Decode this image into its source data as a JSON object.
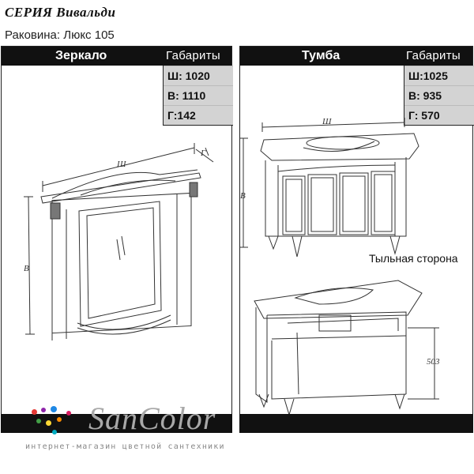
{
  "header": {
    "series": "СЕРИЯ Вивальди",
    "sink": "Раковина: Люкс 105"
  },
  "mirror": {
    "title": "Зеркало",
    "dims_title": "Габариты",
    "dims": [
      "Ш: 1020",
      "В: 1110",
      "Г:142"
    ],
    "drawing_labels": {
      "width": "Ш",
      "height": "В",
      "depth": "Г"
    }
  },
  "cabinet": {
    "title": "Тумба",
    "dims_title": "Габариты",
    "dims": [
      "Ш:1025",
      "В: 935",
      "Г: 570"
    ],
    "drawing_labels": {
      "width": "Ш",
      "height": "В"
    },
    "back_side_label": "Тыльная сторона",
    "back_side_dimension": "503"
  },
  "brand": {
    "logo": "SanColor",
    "tagline": "интернет-магазин цветной сантехники",
    "dot_colors": [
      "#e53935",
      "#8e24aa",
      "#1e88e5",
      "#43a047",
      "#fdd835",
      "#fb8c00",
      "#d81b60",
      "#00acc1"
    ]
  }
}
